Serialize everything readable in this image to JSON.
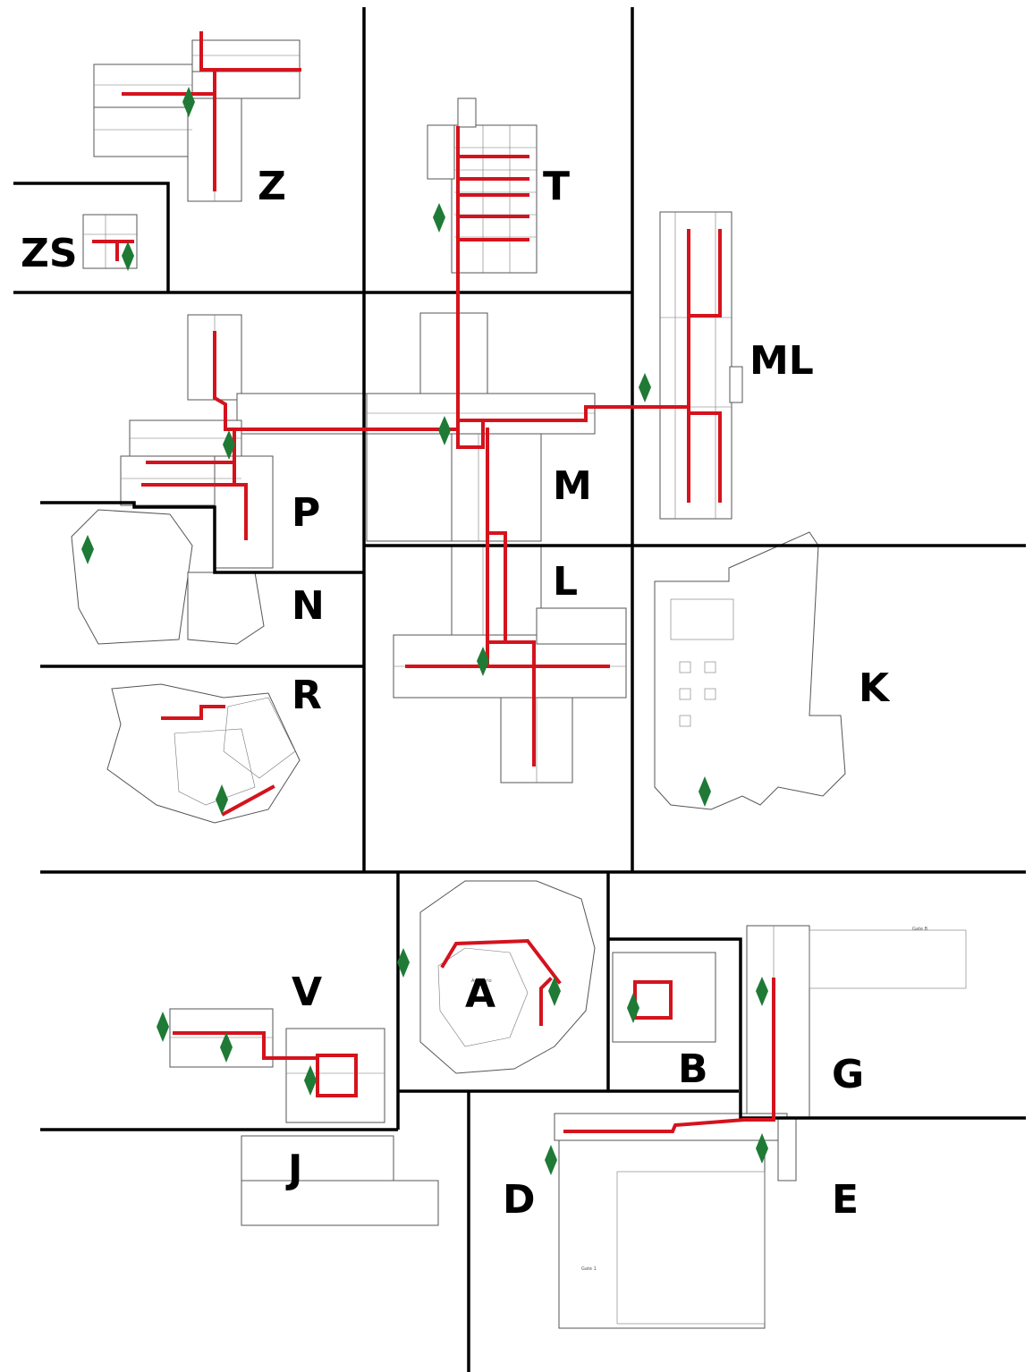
{
  "map": {
    "zones": [
      {
        "id": "Z",
        "label": "Z"
      },
      {
        "id": "ZS",
        "label": "ZS"
      },
      {
        "id": "T",
        "label": "T"
      },
      {
        "id": "ML",
        "label": "ML"
      },
      {
        "id": "P",
        "label": "P"
      },
      {
        "id": "M",
        "label": "M"
      },
      {
        "id": "N",
        "label": "N"
      },
      {
        "id": "L",
        "label": "L"
      },
      {
        "id": "R",
        "label": "R"
      },
      {
        "id": "K",
        "label": "K"
      },
      {
        "id": "V",
        "label": "V"
      },
      {
        "id": "A",
        "label": "A"
      },
      {
        "id": "B",
        "label": "B"
      },
      {
        "id": "G",
        "label": "G"
      },
      {
        "id": "J",
        "label": "J"
      },
      {
        "id": "D",
        "label": "D"
      },
      {
        "id": "E",
        "label": "E"
      }
    ],
    "room_texts": {
      "a_auditorium": "Auditorio",
      "g_gate_top": "Gate B",
      "d_gate": "Gate 1"
    },
    "colors": {
      "route": "#d4131d",
      "entrance_marker": "#1f7a35",
      "boundary": "#000000"
    },
    "legend": {
      "route_meaning": "",
      "marker_meaning": ""
    }
  }
}
